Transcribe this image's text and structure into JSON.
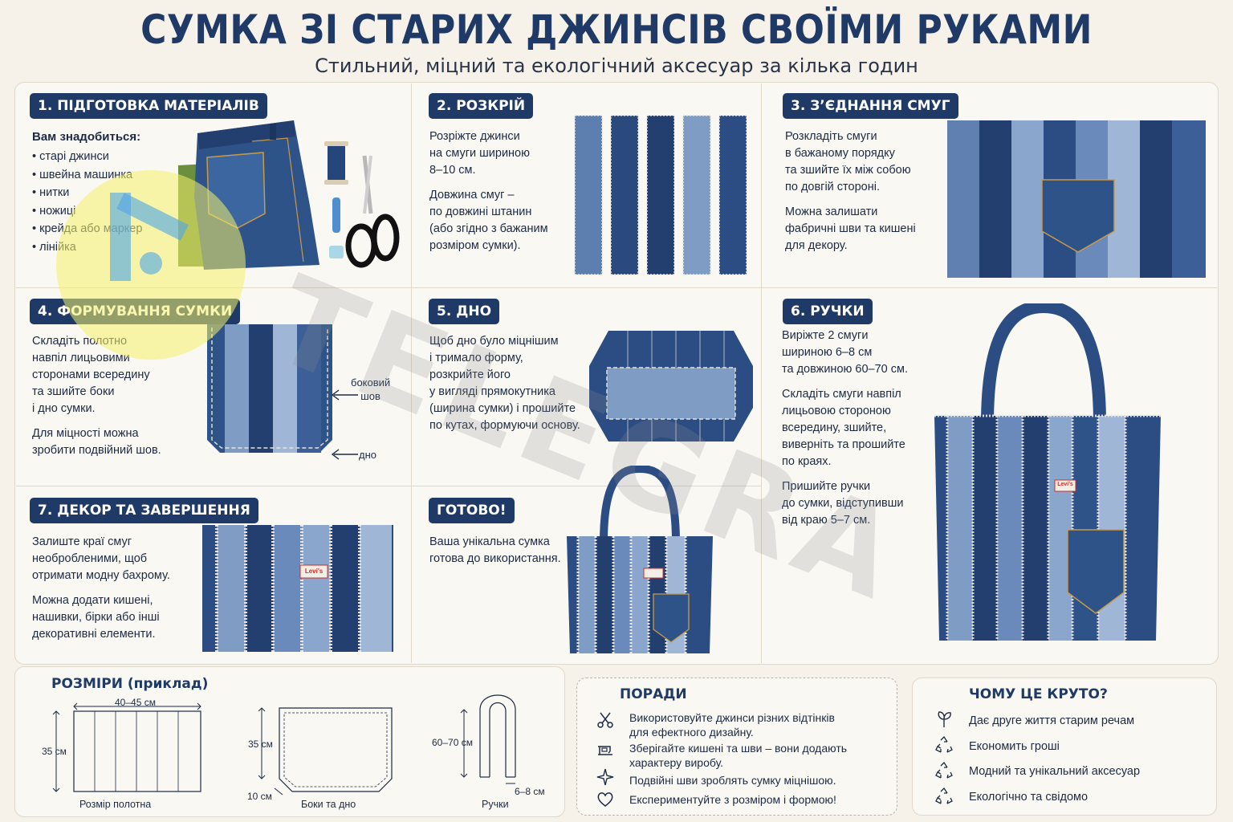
{
  "header": {
    "title": "СУМКА ЗІ СТАРИХ ДЖИНСІВ СВОЇМИ РУКАМИ",
    "subtitle": "Стильний, міцний та екологічний аксесуар за кілька годин"
  },
  "steps": {
    "s1": {
      "title": "1. ПІДГОТОВКА МАТЕРІАЛІВ",
      "list_head": "Вам знадобиться:",
      "items": [
        "• старі джинси",
        "• швейна машинка",
        "• нитки",
        "• ножиці",
        "• крейда або маркер",
        "• лінійка"
      ]
    },
    "s2": {
      "title": "2. РОЗКРІЙ",
      "p1": [
        "Розріжте джинси",
        "на смуги шириною",
        "8–10 см."
      ],
      "p2": [
        "Довжина смуг –",
        "по довжині штанин",
        "(або згідно з бажаним",
        "розміром сумки)."
      ]
    },
    "s3": {
      "title": "3. З’ЄДНАННЯ СМУГ",
      "p1": [
        "Розкладіть смуги",
        "в бажаному порядку",
        "та зшийте їх між собою",
        "по довгій стороні."
      ],
      "p2": [
        "Можна залишати",
        "фабричні шви та кишені",
        "для декору."
      ]
    },
    "s4": {
      "title": "4. ФОРМУВАННЯ СУМКИ",
      "p1": [
        "Складіть полотно",
        "навпіл лицьовими",
        "сторонами всередину",
        "та зшийте боки",
        "і дно сумки."
      ],
      "p2": [
        "Для міцності можна",
        "зробити подвійний шов."
      ],
      "label_side": [
        "боковий",
        "шов"
      ],
      "label_bottom": "дно"
    },
    "s5": {
      "title": "5. ДНО",
      "p1": [
        "Щоб дно було міцнішим",
        "і тримало форму,",
        "розкрийте його",
        "у вигляді прямокутника",
        "(ширина сумки) і прошийте",
        "по кутах, формуючи основу."
      ]
    },
    "s6": {
      "title": "6. РУЧКИ",
      "p1": [
        "Виріжте 2 смуги",
        "шириною 6–8 см",
        "та довжиною 60–70 см."
      ],
      "p2": [
        "Складіть смуги навпіл",
        "лицьовою стороною",
        "всередину, зшийте,",
        "виверніть та прошийте",
        "по краях."
      ],
      "p3": [
        "Пришийте ручки",
        "до сумки, відступивши",
        "від краю 5–7 см."
      ]
    },
    "s7": {
      "title": "7. ДЕКОР ТА ЗАВЕРШЕННЯ",
      "p1": [
        "Залиште краї смуг",
        "необробленими, щоб",
        "отримати модну бахрому."
      ],
      "p2": [
        "Можна додати кишені,",
        "нашивки, бірки або інші",
        "декоративні елементи."
      ]
    },
    "s8": {
      "title": "ГОТОВО!",
      "p1": [
        "Ваша унікальна сумка",
        "готова до використання."
      ]
    }
  },
  "tag_label": "Levi's",
  "sizes": {
    "title": "РОЗМІРИ (приклад)",
    "canvas_width": "40–45 см",
    "canvas_height": "35 см",
    "canvas_caption": "Розмір полотна",
    "sides_height": "35 см",
    "sides_bottom": "10 см",
    "sides_caption": "Боки та дно",
    "handle_length": "60–70 см",
    "handle_width": "6–8 см",
    "handle_caption": "Ручки"
  },
  "tips": {
    "title": "ПОРАДИ",
    "items": [
      {
        "icon": "scissors-icon",
        "lines": [
          "Використовуйте джинси різних відтінків",
          "для ефектного дизайну."
        ]
      },
      {
        "icon": "sewing-machine-icon",
        "lines": [
          "Зберігайте кишені та шви – вони додають",
          "характеру виробу."
        ]
      },
      {
        "icon": "sparkle-icon",
        "lines": [
          "Подвійні шви зроблять сумку міцнішою."
        ]
      },
      {
        "icon": "heart-icon",
        "lines": [
          "Експериментуйте з розміром і формою!"
        ]
      }
    ]
  },
  "why": {
    "title": "ЧОМУ ЦЕ КРУТО?",
    "items": [
      {
        "icon": "leaf-icon",
        "text": "Дає друге життя старим речам"
      },
      {
        "icon": "recycle-icon",
        "text": "Економить гроші"
      },
      {
        "icon": "recycle-icon",
        "text": "Модний та унікальний аксесуар"
      },
      {
        "icon": "recycle-icon",
        "text": "Екологічно та свідомо"
      }
    ]
  },
  "watermark": {
    "text": "TELEGRA"
  },
  "colors": {
    "navy": "#1f3a66",
    "denim_dark": "#223f70",
    "denim_mid": "#3f6498",
    "denim_light": "#7f9dc4",
    "background": "#f6f2ea"
  }
}
